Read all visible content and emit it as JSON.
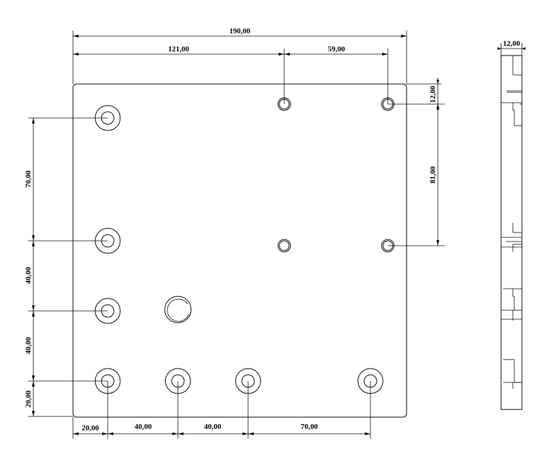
{
  "drawing": {
    "units": "mm",
    "plate": {
      "width": 190.0,
      "thickness": 12.0
    },
    "dimensions": {
      "overall_width": "190,00",
      "top_left_span": "121,00",
      "top_right_span": "59,00",
      "right_top_offset": "12,00",
      "right_vertical_span": "81,00",
      "left_top_span": "70,00",
      "left_mid_span_1": "40,00",
      "left_mid_span_2": "40,00",
      "left_bottom_span": "20,00",
      "bottom_first": "20,00",
      "bottom_second": "40,00",
      "bottom_third": "40,00",
      "bottom_fourth": "70,00",
      "side_thickness": "12,00"
    }
  }
}
